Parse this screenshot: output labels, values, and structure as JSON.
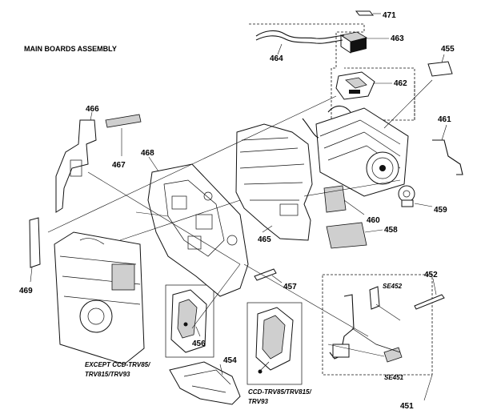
{
  "diagram": {
    "title": "MAIN BOARDS ASSEMBLY",
    "parts": [
      {
        "id": "471",
        "label": "471"
      },
      {
        "id": "463",
        "label": "463"
      },
      {
        "id": "464",
        "label": "464"
      },
      {
        "id": "455",
        "label": "455"
      },
      {
        "id": "462",
        "label": "462"
      },
      {
        "id": "466",
        "label": "466"
      },
      {
        "id": "461",
        "label": "461"
      },
      {
        "id": "468",
        "label": "468"
      },
      {
        "id": "467",
        "label": "467"
      },
      {
        "id": "459",
        "label": "459"
      },
      {
        "id": "460",
        "label": "460"
      },
      {
        "id": "465",
        "label": "465"
      },
      {
        "id": "458",
        "label": "458"
      },
      {
        "id": "469",
        "label": "469"
      },
      {
        "id": "457",
        "label": "457"
      },
      {
        "id": "452",
        "label": "452"
      },
      {
        "id": "456",
        "label": "456"
      },
      {
        "id": "454",
        "label": "454"
      },
      {
        "id": "451",
        "label": "451"
      }
    ],
    "callouts": {
      "se452": "SE452",
      "se451": "SE451"
    },
    "notes": {
      "except_line1": "EXCEPT CCD-TRV85/",
      "except_line2": "TRV815/TRV93",
      "ccd_line1": "CCD-TRV85/TRV815/",
      "ccd_line2": "TRV93"
    }
  }
}
